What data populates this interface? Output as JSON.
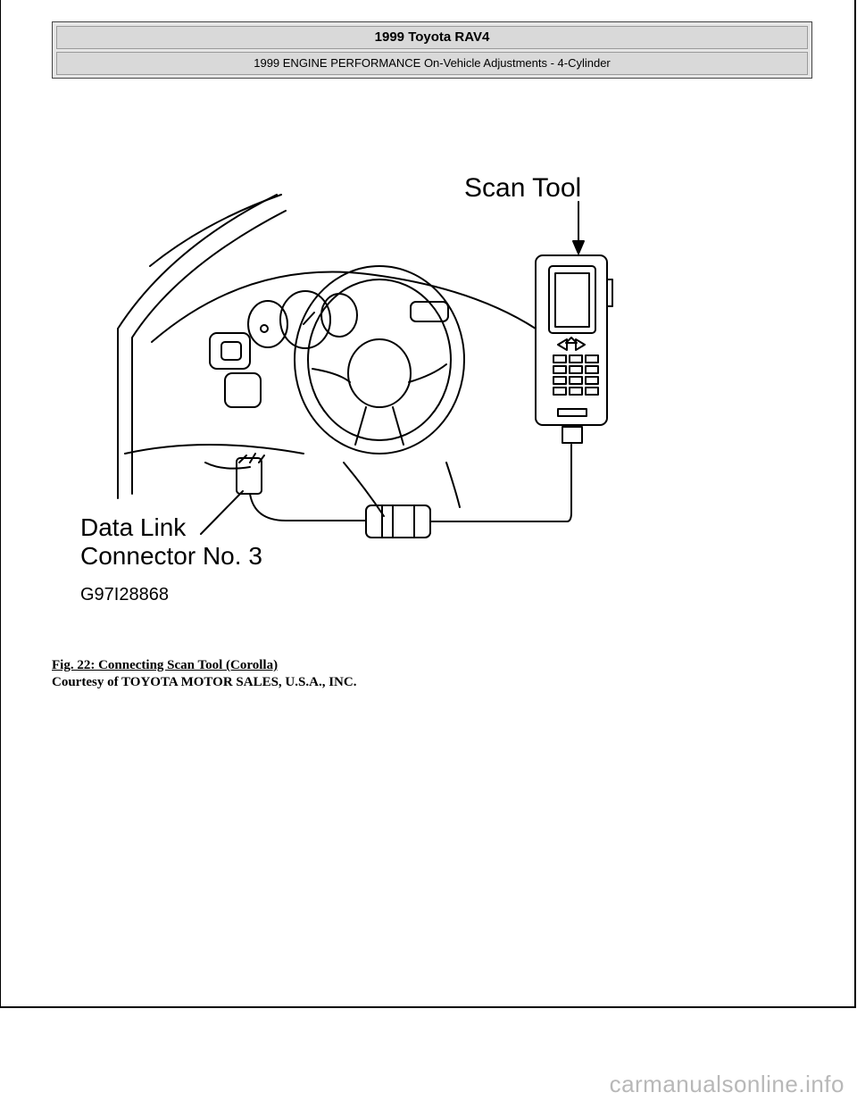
{
  "header": {
    "title": "1999 Toyota RAV4",
    "subtitle": "1999 ENGINE PERFORMANCE On-Vehicle Adjustments - 4-Cylinder"
  },
  "figure": {
    "label_scan_tool": "Scan Tool",
    "label_dlc_line1": "Data Link",
    "label_dlc_line2": "Connector No. 3",
    "graphic_id": "G97I28868"
  },
  "caption": {
    "title": "Fig. 22: Connecting Scan Tool (Corolla)",
    "courtesy": "Courtesy of TOYOTA MOTOR SALES, U.S.A., INC."
  },
  "watermark": "carmanualsonline.info"
}
